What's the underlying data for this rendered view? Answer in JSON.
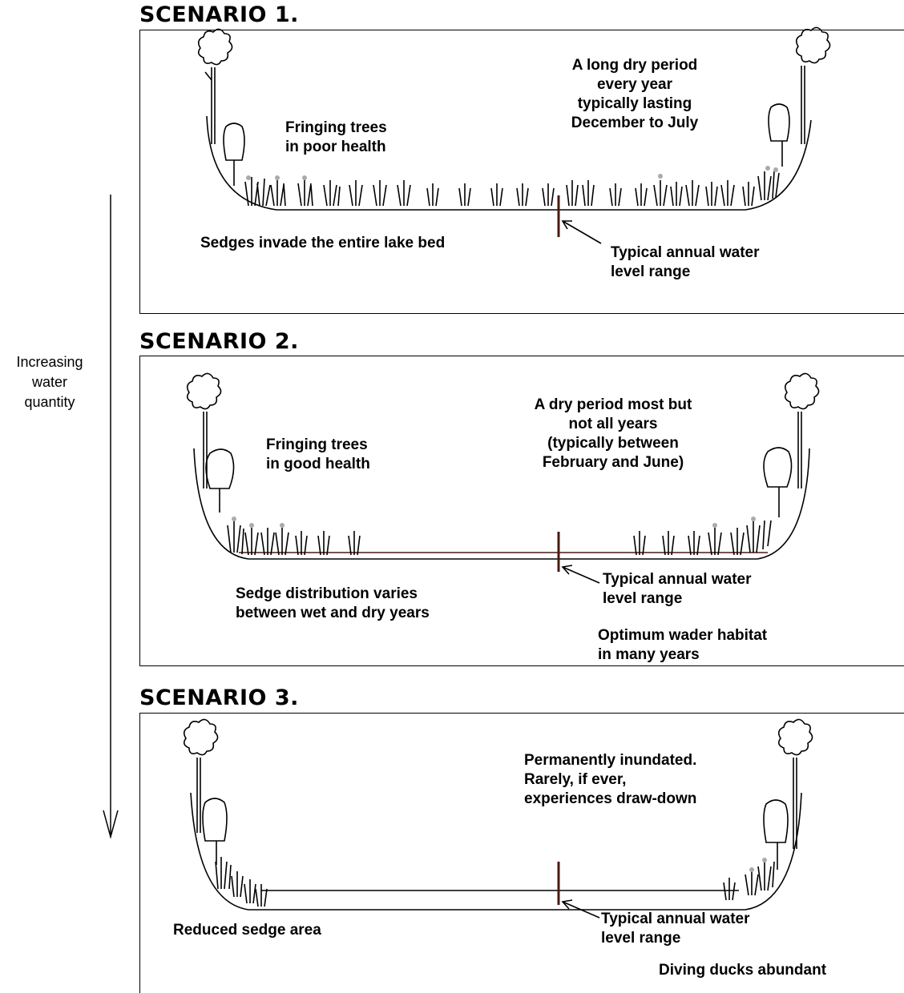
{
  "axis": {
    "label": "Increasing\nwater\nquantity"
  },
  "scenarios": [
    {
      "heading": "SCENARIO 1.",
      "tree_label": "Fringing trees\nin poor health",
      "dry_period": "A long dry period\nevery year\ntypically lasting\nDecember to July",
      "sedge_label": "Sedges invade the entire lake bed",
      "water_range_label": "Typical annual water\nlevel range"
    },
    {
      "heading": "SCENARIO 2.",
      "tree_label": "Fringing trees\nin good health",
      "dry_period": "A dry period most but\nnot all years\n(typically between\nFebruary and June)",
      "sedge_label": "Sedge distribution varies\nbetween wet and dry years",
      "water_range_label": "Typical annual water\nlevel range",
      "habitat_label": "Optimum wader habitat\nin many years"
    },
    {
      "heading": "SCENARIO 3.",
      "inundation_label": "Permanently inundated.\nRarely, if ever,\nexperiences draw-down",
      "sedge_label": "Reduced sedge area",
      "water_range_label": "Typical annual water\nlevel range",
      "habitat_label": "Diving ducks abundant"
    }
  ]
}
